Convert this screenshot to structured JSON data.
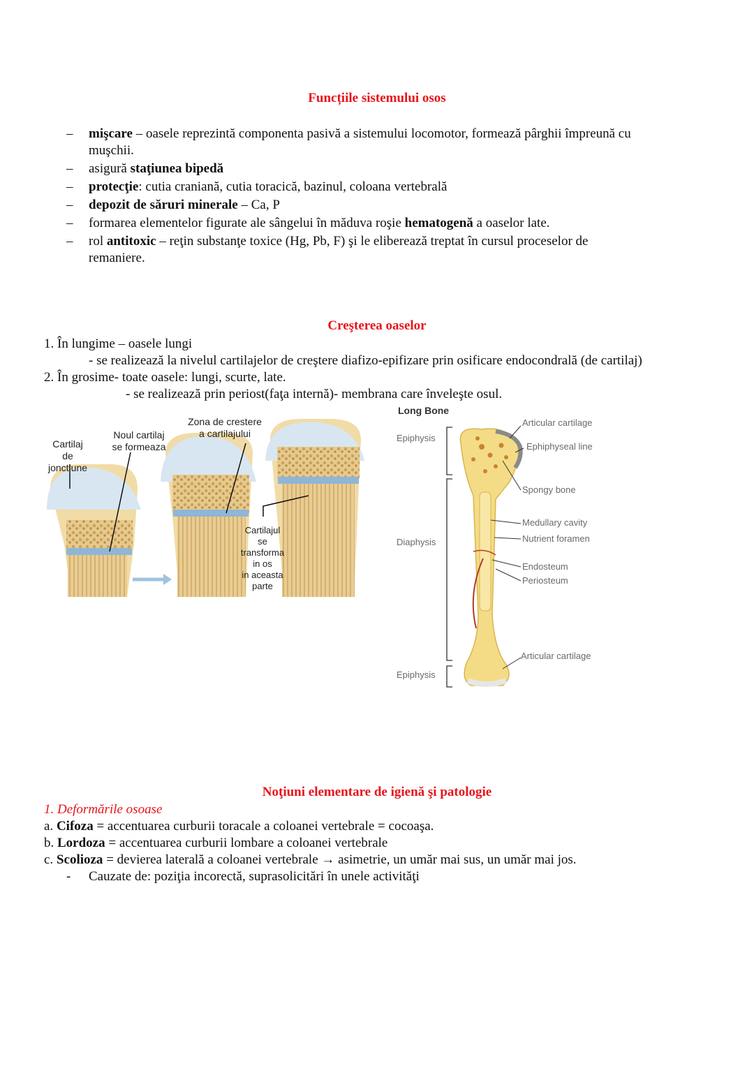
{
  "section1": {
    "title": "Funcțiile sistemului osos",
    "items": [
      {
        "bold": "mişcare",
        "rest": " – oasele reprezintă componenta pasivă a sistemului locomotor, formează pârghii împreună cu",
        "cont": "muşchii."
      },
      {
        "pre": "asigură ",
        "bold": "staţiunea bipedă"
      },
      {
        "bold": "protecţie",
        "rest": ": cutia craniană, cutia toracică, bazinul, coloana vertebrală"
      },
      {
        "bold": "depozit de săruri minerale",
        "rest": " – Ca, P"
      },
      {
        "pre": "formarea elementelor figurate ale sângelui în măduva roşie ",
        "bold": "hematogenă",
        "rest": " a oaselor late."
      },
      {
        "pre": "rol ",
        "bold": "antitoxic",
        "rest": " – reţin substanţe toxice (Hg, Pb, F) şi le eliberează treptat în cursul proceselor de",
        "cont": "remaniere."
      }
    ]
  },
  "section2": {
    "title": "Creşterea oaselor",
    "l1": "1. În lungime – oasele lungi",
    "l2": "- se realizează la nivelul cartilajelor de creştere diafizo-epifizare prin osificare endocondrală (de cartilaj)",
    "l3": "2. În grosime- toate oasele: lungi, scurte, late.",
    "l4": "- se realizează prin periost(faţa internă)- membrana care înveleşte osul."
  },
  "figure_growth": {
    "label_cartilaj": [
      "Cartilaj",
      "de jonctiune"
    ],
    "label_noul": [
      "Noul cartilaj",
      "se formeaza"
    ],
    "label_zona": [
      "Zona de crestere",
      "a cartilajului"
    ],
    "label_transforma": [
      "Cartilajul",
      "se",
      "transforma",
      "in os",
      "in aceasta",
      "parte"
    ]
  },
  "figure_bone": {
    "title": "Long Bone",
    "epiphysis_top": "Epiphysis",
    "diaphysis": "Diaphysis",
    "epiphysis_bottom": "Epiphysis",
    "articular_top": "Articular cartilage",
    "ephiphyseal": "Ephiphyseal line",
    "spongy": "Spongy bone",
    "medullary": "Medullary cavity",
    "nutrient": "Nutrient foramen",
    "endosteum": "Endosteum",
    "periosteum": "Periosteum",
    "articular_bottom": "Articular cartilage"
  },
  "section3": {
    "title": "Noţiuni elementare de igienă şi patologie",
    "sub": "1. Deformările osoase",
    "a": {
      "pre": "a. ",
      "bold": "Cifoza",
      "rest": " = accentuarea curburii toracale a coloanei vertebrale = cocoaşa."
    },
    "b": {
      "pre": "b. ",
      "bold": "Lordoza",
      "rest": " = accentuarea curburii lombare a coloanei vertebrale"
    },
    "c": {
      "pre": "c. ",
      "bold": "Scolioza",
      "rest": " = devierea laterală a coloanei vertebrale → asimetrie, un umăr mai sus, un umăr mai jos."
    },
    "cauze": "Cauzate de: poziţia incorectă, suprasolicitări în unele activităţi"
  },
  "colors": {
    "heading": "#e8141b",
    "bone": "#f2d27a",
    "cartilage": "#cfe0ee"
  }
}
